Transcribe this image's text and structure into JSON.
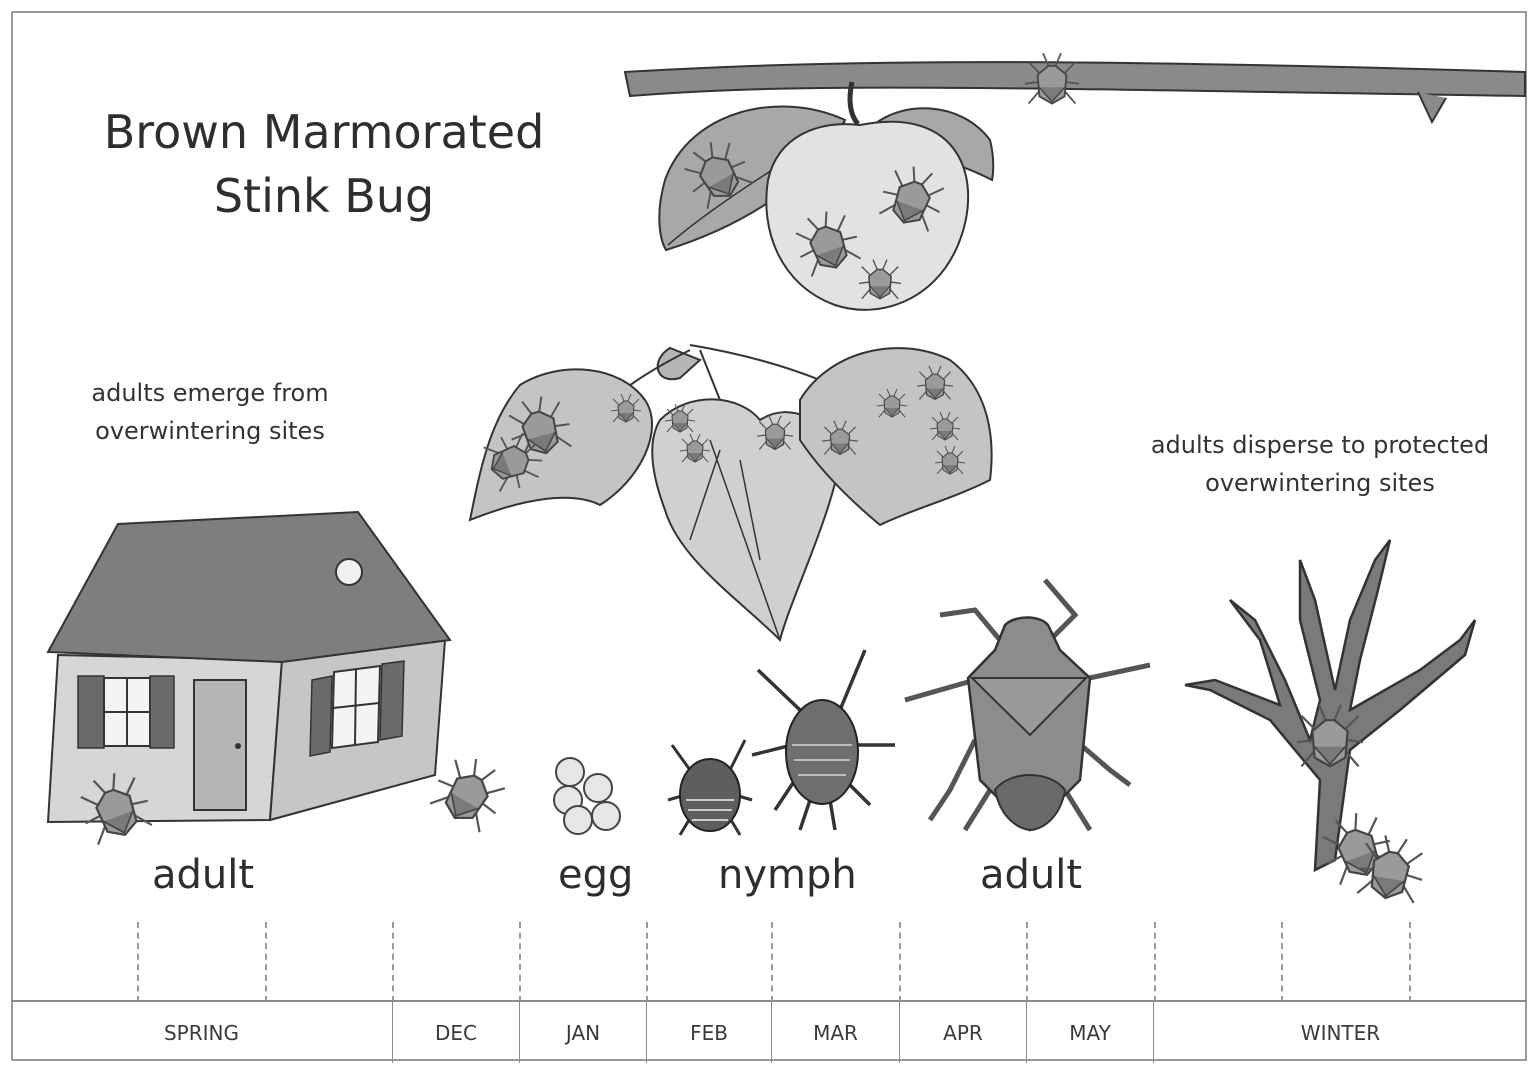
{
  "title": {
    "line1": "Brown Marmorated",
    "line2": "Stink Bug"
  },
  "notes": {
    "emerge": {
      "line1": "adults emerge from",
      "line2": "overwintering sites"
    },
    "disperse": {
      "line1": "adults disperse to protected",
      "line2": "overwintering sites"
    }
  },
  "stages": [
    "adult",
    "egg",
    "nymph",
    "adult"
  ],
  "timeline": [
    "SPRING",
    "DEC",
    "JAN",
    "FEB",
    "MAR",
    "APR",
    "MAY",
    "WINTER"
  ]
}
